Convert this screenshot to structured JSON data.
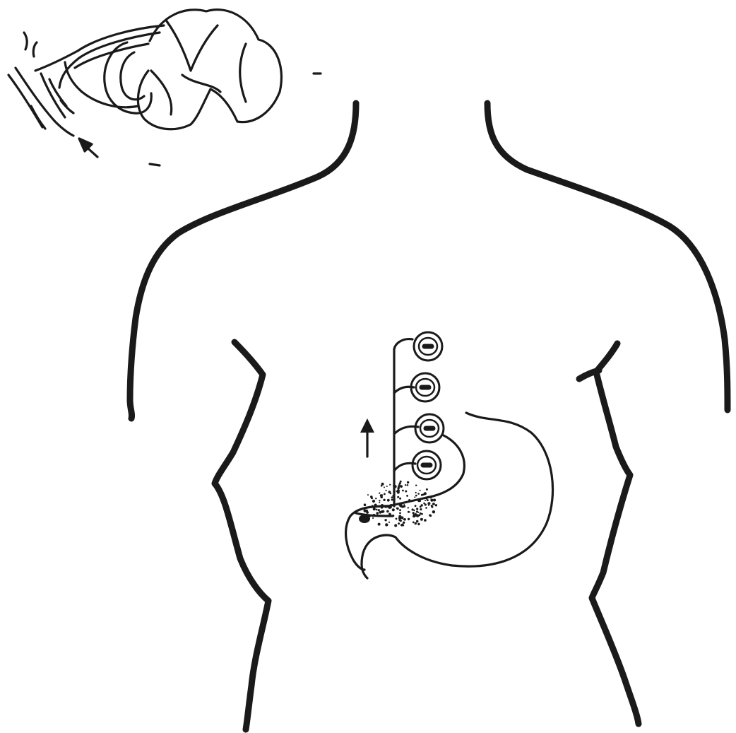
{
  "figure": {
    "ink_color": "#1a1a1a",
    "background_color": "#ffffff",
    "vertebral_segments": 4,
    "spinal_cord_inset": {
      "icon": "spinal-cord-cross-section-icon"
    },
    "torso": {
      "icon": "torso-outline-icon"
    },
    "stomach": {
      "icon": "stomach-icon",
      "irritation_shown": true
    },
    "afferent_arrow": {
      "icon": "up-arrow-icon",
      "direction": "up"
    },
    "inset_arrow": {
      "icon": "arrow-icon",
      "direction": "up-left"
    }
  }
}
